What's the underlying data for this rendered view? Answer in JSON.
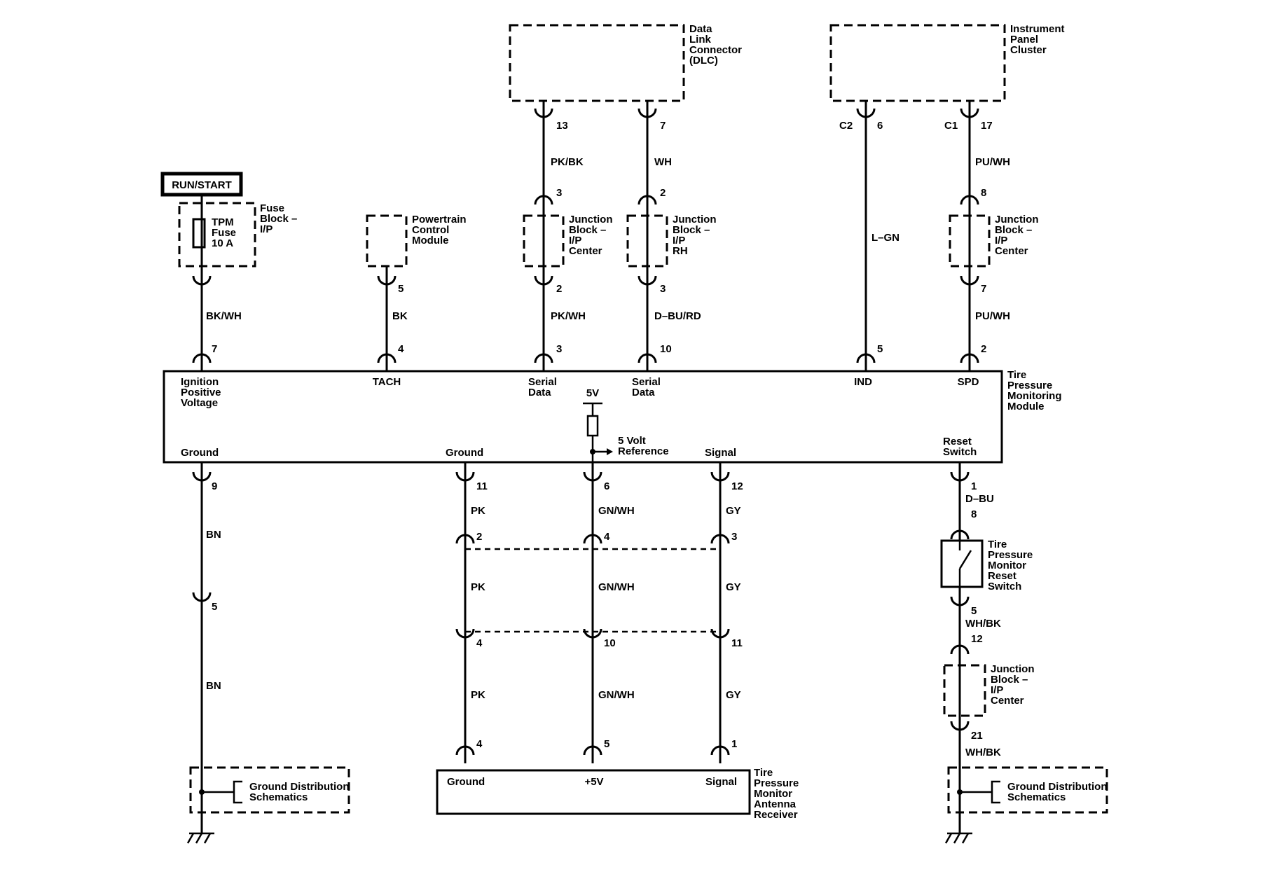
{
  "power_label": "RUN/START",
  "fuse": {
    "label": "TPM Fuse 10 A",
    "block": "Fuse Block – I/P"
  },
  "top_components": {
    "dlc": "Data Link Connector (DLC)",
    "ipc": "Instrument Panel Cluster",
    "pcm": "Powertrain Control Module"
  },
  "junction_blocks": {
    "jb_center_a": "Junction Block – I/P Center",
    "jb_rh": "Junction Block – I/P RH",
    "jb_center_b": "Junction Block – I/P Center",
    "jb_center_c": "Junction Block – I/P Center"
  },
  "tpmm": {
    "name": "Tire Pressure Monitoring Module",
    "pins_top": [
      "Ignition Positive Voltage",
      "TACH",
      "Serial Data",
      "Serial Data",
      "IND",
      "SPD"
    ],
    "pins_bottom": [
      "Ground",
      "Ground",
      "Signal",
      "Reset Switch"
    ],
    "five_v": "5V",
    "five_v_ref": "5 Volt Reference"
  },
  "antenna": {
    "name": "Tire Pressure Monitor Antenna Receiver",
    "pins": [
      "Ground",
      "+5V",
      "Signal"
    ]
  },
  "reset_switch": "Tire Pressure Monitor Reset Switch",
  "ground_dist": [
    "Ground Distribution Schematics",
    "Ground Distribution Schematics"
  ],
  "connector_ids": [
    "C2",
    "C1"
  ],
  "wire_colors": {
    "ign_a": "BK/WH",
    "tach": "BK",
    "dlc13": "PK/BK",
    "dlc7": "WH",
    "ser_a": "PK/WH",
    "ser_b": "D–BU/RD",
    "ind": "L–GN",
    "spd_a": "PU/WH",
    "spd_b": "PU/WH",
    "gnd_a": "BN",
    "gnd_b": "BN",
    "pk_a": "PK",
    "pk_b": "PK",
    "pk_c": "PK",
    "gnwh_a": "GN/WH",
    "gnwh_b": "GN/WH",
    "gnwh_c": "GN/WH",
    "gy_a": "GY",
    "gy_b": "GY",
    "gy_c": "GY",
    "reset_a": "D–BU",
    "reset_b": "WH/BK",
    "reset_c": "WH/BK"
  },
  "pins": {
    "fuse_out": "7",
    "pcm_out": "5",
    "tach_in": "4",
    "dlc13": "13",
    "jbA_in": "3",
    "jbA_out": "2",
    "ser_a_in": "3",
    "dlc7": "7",
    "jbRH_in": "2",
    "jbRH_out": "3",
    "ser_b_in": "10",
    "ipc_c2": "6",
    "ind_in": "5",
    "ipc_c1": "17",
    "jbB_in": "8",
    "jbB_out": "7",
    "spd_in": "2",
    "gnd_out": "9",
    "gnd_inline": "5",
    "pk_out": "11",
    "pk_mid1": "2",
    "pk_mid2": "4",
    "pk_rx": "4",
    "gn_out": "6",
    "gn_mid1": "4",
    "gn_mid2": "10",
    "gn_rx": "5",
    "gy_out": "12",
    "gy_mid1": "3",
    "gy_mid2": "11",
    "gy_rx": "1",
    "rs_out": "1",
    "rs_sw_in": "8",
    "rs_sw_out": "5",
    "jbC_in": "12",
    "jbC_out": "21"
  }
}
